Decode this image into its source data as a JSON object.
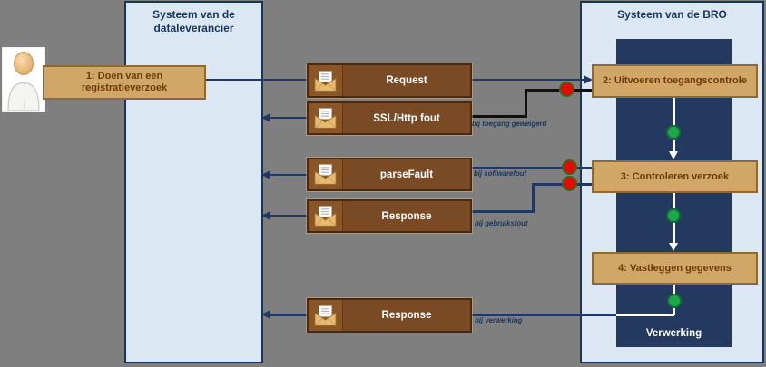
{
  "left_panel": {
    "title": "Systeem van de\ndataleverancier"
  },
  "right_panel": {
    "title": "Systeem van de BRO",
    "footer": "Verwerking"
  },
  "actor_box": {
    "label": "1: Doen van een\nregistratieverzoek"
  },
  "steps": {
    "step2": "2: Uitvoeren toegangscontrole",
    "step3": "3: Controleren verzoek",
    "step4": "4: Vastleggen gegevens"
  },
  "messages": {
    "request": "Request",
    "ssl_http_error": "SSL/Http fout",
    "parse_fault": "parseFault",
    "response_error": "Response",
    "response_final": "Response"
  },
  "annotations": {
    "access_denied": "bij toegang geweigerd",
    "software_error": "bij softwarefout",
    "usage_error": "bij gebruiksfout",
    "processing": "bij verwerking"
  },
  "icons": {
    "person": "person-icon",
    "envelope": "envelope-icon",
    "error_marker": "red-dot",
    "state_marker": "green-dot"
  },
  "colors": {
    "background": "#7f7f7f",
    "panel_fill": "#dbe8f4",
    "panel_border": "#17365d",
    "inner_panel": "#24395f",
    "step_fill": "#d0a766",
    "step_border": "#8a6a38",
    "step_text": "#6e3b08",
    "message_fill": "#7a4a25",
    "flow_line": "#1f3864",
    "error_line": "#111111",
    "error_dot": "#e60b00",
    "state_dot": "#1da74a"
  }
}
